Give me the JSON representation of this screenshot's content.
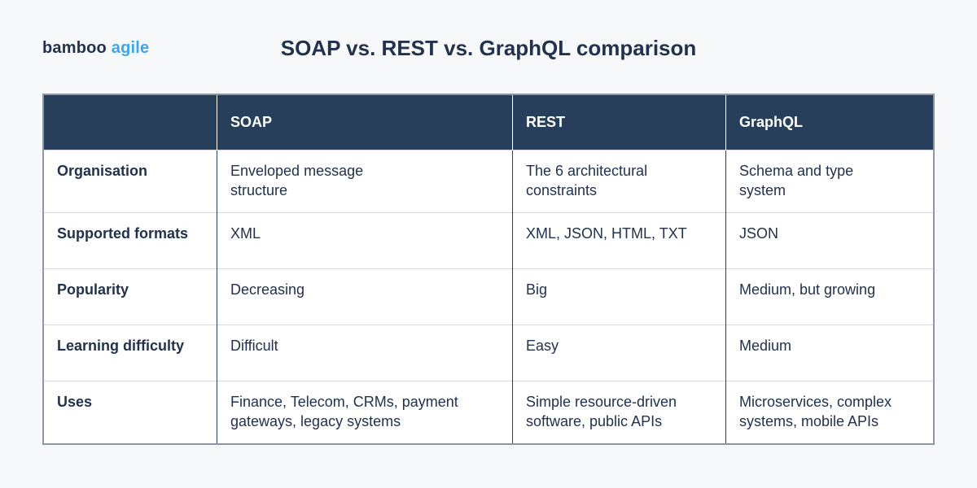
{
  "logo": {
    "part1": "bamboo",
    "part2": "agile"
  },
  "title": "SOAP vs. REST vs. GraphQL comparison",
  "table": {
    "headers": [
      "",
      "SOAP",
      "REST",
      "GraphQL"
    ],
    "rows": [
      {
        "label": "Organisation",
        "soap": "Enveloped message structure",
        "rest": "The 6 architectural constraints",
        "graphql": "Schema and type system"
      },
      {
        "label": "Supported formats",
        "soap": "XML",
        "rest": "XML, JSON, HTML, TXT",
        "graphql": "JSON"
      },
      {
        "label": "Popularity",
        "soap": "Decreasing",
        "rest": "Big",
        "graphql": "Medium, but growing"
      },
      {
        "label": "Learning difficulty",
        "soap": "Difficult",
        "rest": "Easy",
        "graphql": "Medium"
      },
      {
        "label": "Uses",
        "soap": "Finance, Telecom, CRMs, payment gateways, legacy systems",
        "rest": "Simple resource-driven software, public APIs",
        "graphql": "Microservices, complex systems, mobile APIs"
      }
    ]
  },
  "colors": {
    "header_bg": "#283f5c",
    "text": "#22314d",
    "accent": "#3da6e6",
    "background": "#f6f8fa"
  }
}
